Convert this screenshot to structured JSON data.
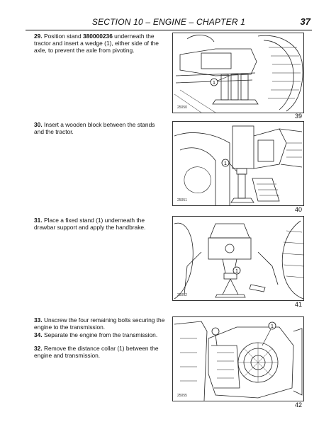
{
  "header": {
    "title": "SECTION 10 – ENGINE – CHAPTER 1",
    "page_number": "37"
  },
  "steps": [
    {
      "number": "29.",
      "text_pre": "Position stand ",
      "text_bold": "380000236",
      "text_post": " underneath the tractor and insert a wedge (1), either side of the axle, to prevent the axle from pivoting."
    },
    {
      "number": "30.",
      "text": "Insert a wooden block between the stands and the tractor."
    },
    {
      "number": "31.",
      "text": "Place a fixed stand (1) underneath the drawbar support and apply the handbrake."
    },
    {
      "number": "33.",
      "text": "Unscrew the four remaining bolts securing the engine to the transmission."
    },
    {
      "number": "34.",
      "text": "Separate the engine from the transmission."
    },
    {
      "number": "32.",
      "text": "Remove the distance collar (1) between the engine and transmission."
    }
  ],
  "figures": [
    {
      "code": "25050",
      "callout": "1",
      "number": "39"
    },
    {
      "code": "25051",
      "callout": "1",
      "number": "40"
    },
    {
      "code": "25052",
      "callout": "1",
      "number": "41"
    },
    {
      "code": "25055",
      "callout": "1",
      "number": "42"
    }
  ]
}
